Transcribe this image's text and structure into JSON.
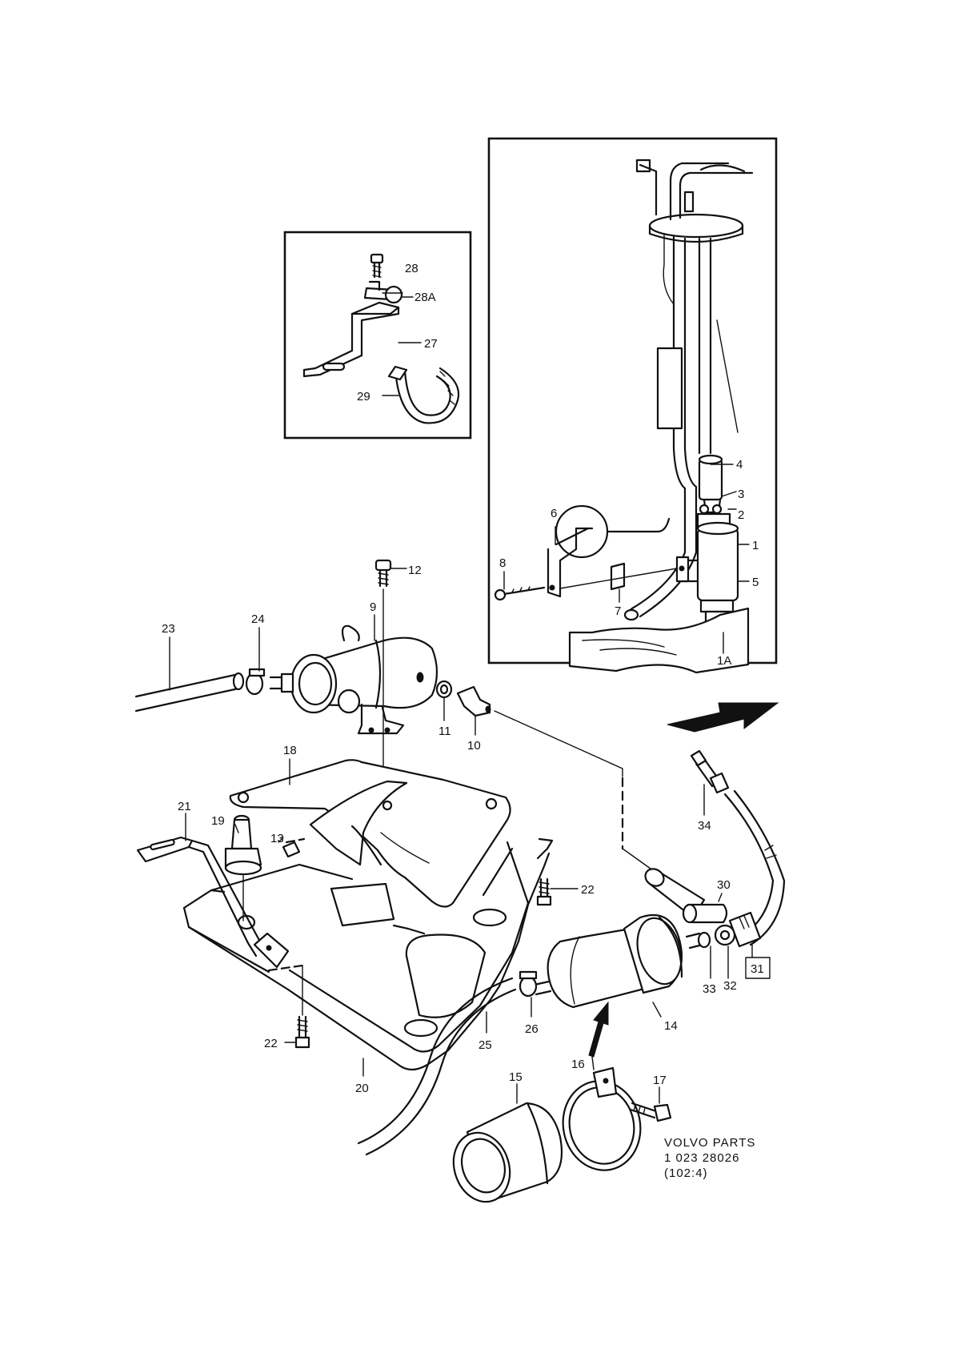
{
  "callouts": {
    "l1": "1",
    "l1A": "1A",
    "l2": "2",
    "l3": "3",
    "l4": "4",
    "l5": "5",
    "l6": "6",
    "l7": "7",
    "l8": "8",
    "l9": "9",
    "l10": "10",
    "l11": "11",
    "l12": "12",
    "l13": "13",
    "l14": "14",
    "l15": "15",
    "l16": "16",
    "l17": "17",
    "l18": "18",
    "l19": "19",
    "l20": "20",
    "l21": "21",
    "l22a": "22",
    "l22b": "22",
    "l23": "23",
    "l24": "24",
    "l25": "25",
    "l26": "26",
    "l27": "27",
    "l28": "28",
    "l28A": "28A",
    "l29": "29",
    "l30": "30",
    "l31": "31",
    "l32": "32",
    "l33": "33",
    "l34": "34"
  },
  "footer": {
    "line1": "VOLVO PARTS",
    "line2": "1 023 28026",
    "line3": "(102:4)"
  }
}
